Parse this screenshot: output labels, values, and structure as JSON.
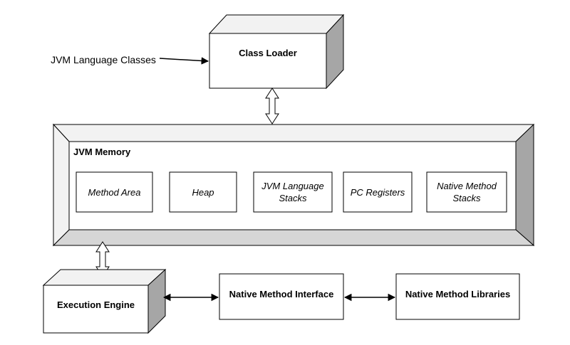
{
  "input_label": "JVM Language Classes",
  "class_loader": {
    "label": "Class Loader"
  },
  "jvm_memory": {
    "title": "JVM Memory",
    "areas": [
      {
        "label": "Method Area"
      },
      {
        "label": "Heap"
      },
      {
        "label": "JVM Language\nStacks"
      },
      {
        "label": "PC Registers"
      },
      {
        "label": "Native Method\nStacks"
      }
    ]
  },
  "execution_engine": {
    "label": "Execution Engine"
  },
  "native_interface": {
    "label": "Native Method Interface"
  },
  "native_libraries": {
    "label": "Native Method Libraries"
  },
  "colors": {
    "stroke": "#000000",
    "bevel_light": "#f2f2f2",
    "bevel_mid": "#d6d6d6",
    "bevel_dark": "#a6a6a6"
  }
}
